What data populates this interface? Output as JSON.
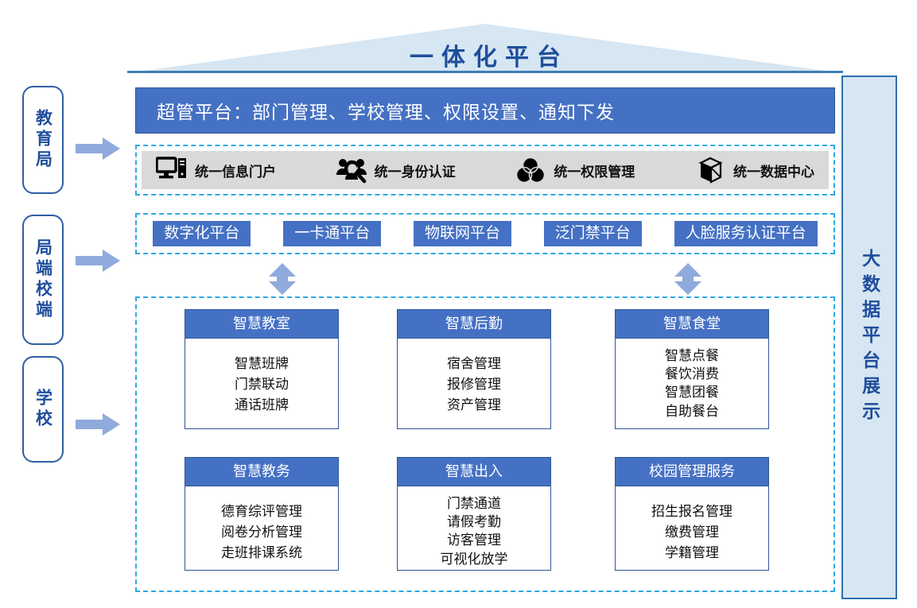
{
  "roof": {
    "title": "一体化平台"
  },
  "super_bar": {
    "text": "超管平台：部门管理、学校管理、权限设置、通知下发"
  },
  "unified_services": [
    {
      "icon": "monitor-icon",
      "label": "统一信息门户"
    },
    {
      "icon": "user-search-icon",
      "label": "统一身份认证"
    },
    {
      "icon": "venn-circles-icon",
      "label": "统一权限管理"
    },
    {
      "icon": "data-box-icon",
      "label": "统一数据中心"
    }
  ],
  "platforms": [
    {
      "label": "数字化平台"
    },
    {
      "label": "一卡通平台"
    },
    {
      "label": "物联网平台"
    },
    {
      "label": "泛门禁平台"
    },
    {
      "label": "人脸服务认证平台"
    }
  ],
  "cards": [
    {
      "title": "智慧教室",
      "items": [
        "智慧班牌",
        "门禁联动",
        "通话班牌"
      ]
    },
    {
      "title": "智慧后勤",
      "items": [
        "宿舍管理",
        "报修管理",
        "资产管理"
      ]
    },
    {
      "title": "智慧食堂",
      "items": [
        "智慧点餐",
        "餐饮消费",
        "智慧团餐",
        "自助餐台"
      ]
    },
    {
      "title": "智慧教务",
      "items": [
        "德育综评管理",
        "阅卷分析管理",
        "走班排课系统"
      ]
    },
    {
      "title": "智慧出入",
      "items": [
        "门禁通道",
        "请假考勤",
        "访客管理",
        "可视化放学"
      ]
    },
    {
      "title": "校园管理服务",
      "items": [
        "招生报名管理",
        "缴费管理",
        "学籍管理"
      ]
    }
  ],
  "side_levels": [
    {
      "label": "教育局"
    },
    {
      "label": "局端校端"
    },
    {
      "label": "学校"
    }
  ],
  "big_data_panel": {
    "label": "大数据平台展示"
  },
  "colors": {
    "primary_blue": "#4571c4",
    "dark_blue": "#1f4e9c",
    "light_blue": "#d6e6f2",
    "dashed_cyan": "#29abe2",
    "gray_band": "#d9d9d9",
    "arrow_blue": "#8faadc"
  }
}
